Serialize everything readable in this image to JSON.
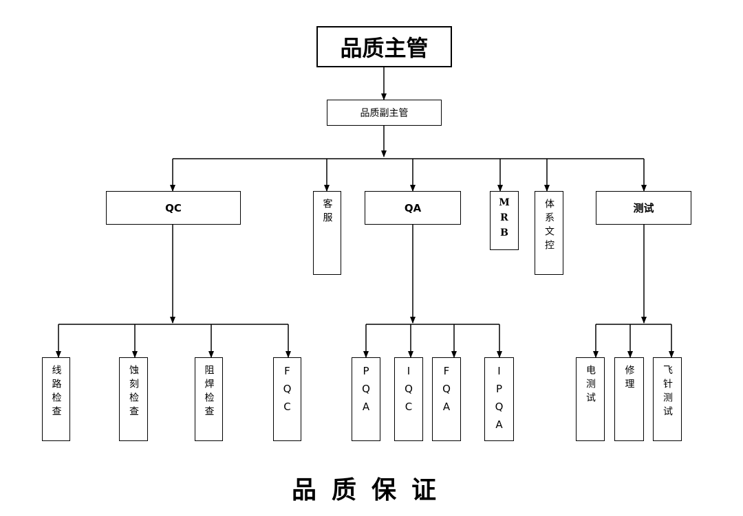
{
  "root": "品质主管",
  "deputy": "品质副主管",
  "departments": {
    "qc": "QC",
    "service": "客服",
    "qa": "QA",
    "mrb": "MRB",
    "system": "体系文控",
    "test": "测试"
  },
  "qc_children": [
    "线路检查",
    "蚀刻检查",
    "阻焊检查",
    "FQC"
  ],
  "qa_children": [
    "PQA",
    "IQC",
    "FQA",
    "IPQA"
  ],
  "test_children": [
    "电测试",
    "修理",
    "飞针测试"
  ],
  "footer": "品质保证"
}
